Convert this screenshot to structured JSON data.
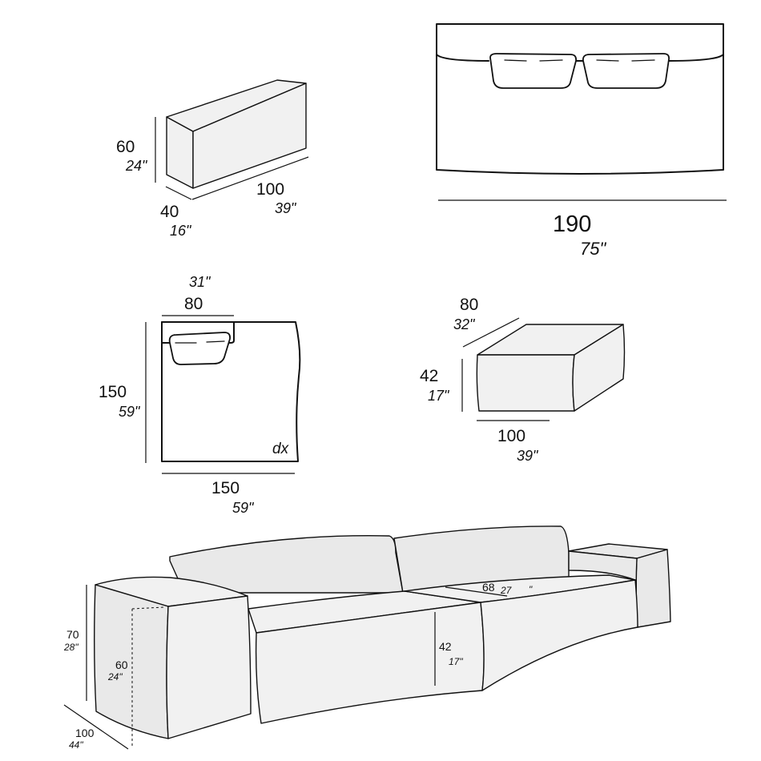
{
  "armrest": {
    "height_cm": "60",
    "height_in": "24\"",
    "depth_cm": "40",
    "depth_in": "16\"",
    "length_cm": "100",
    "length_in": "39\""
  },
  "top_view": {
    "width_cm": "190",
    "width_in": "75\""
  },
  "chaise": {
    "width_cm": "80",
    "width_in": "31\"",
    "depth_cm": "150",
    "depth_in": "59\"",
    "length_cm": "150",
    "length_in": "59\"",
    "side_label": "dx"
  },
  "ottoman": {
    "depth_cm": "80",
    "depth_in": "32\"",
    "height_cm": "42",
    "height_in": "17\"",
    "length_cm": "100",
    "length_in": "39\""
  },
  "sofa": {
    "height_cm": "70",
    "height_in": "28\"",
    "arm_height_cm": "60",
    "arm_height_in": "24\"",
    "depth_cm": "100",
    "depth_in": "44\"",
    "seat_depth_cm": "68",
    "seat_depth_in": "27",
    "seat_depth_in_mark": "\"",
    "seat_height_cm": "42",
    "seat_height_in": "17\""
  }
}
